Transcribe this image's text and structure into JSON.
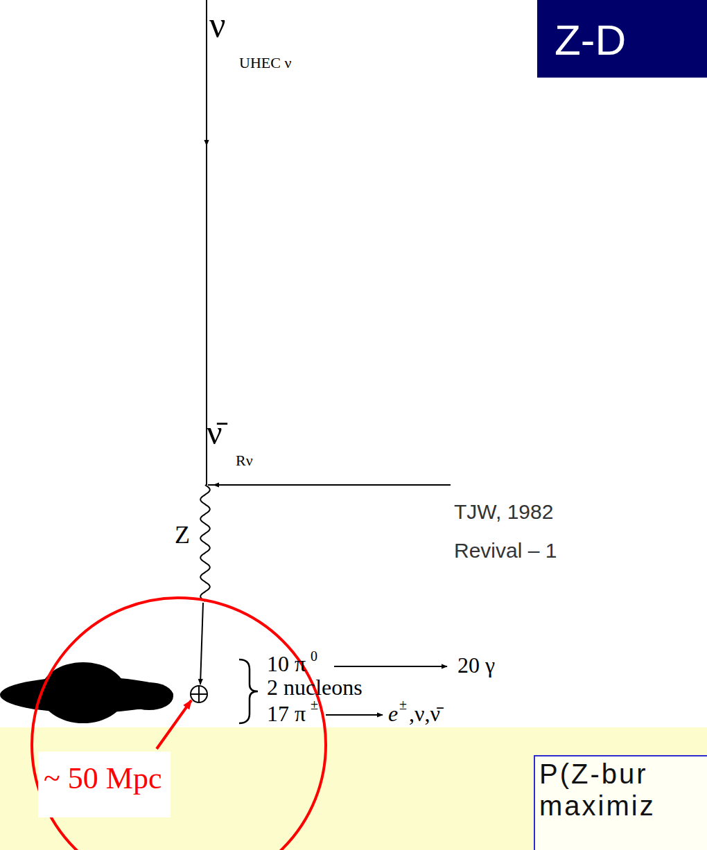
{
  "diagram": {
    "title": "Z-D",
    "nodes": [
      {
        "text": [
          "~ 50 Mpc"
        ]
      },
      {
        "text": [
          "P(Z-bur maximiz"
        ]
      }
    ],
    "labels": [
      "ν",
      "UHEC ν",
      "ν̄",
      "Rν",
      "TJW, 1982",
      "Revival – 1",
      "Z",
      "10 π",
      "0",
      "2 nucleons",
      "17 π",
      "±",
      "20 γ",
      "e",
      "±",
      ",ν,ν̄"
    ]
  }
}
